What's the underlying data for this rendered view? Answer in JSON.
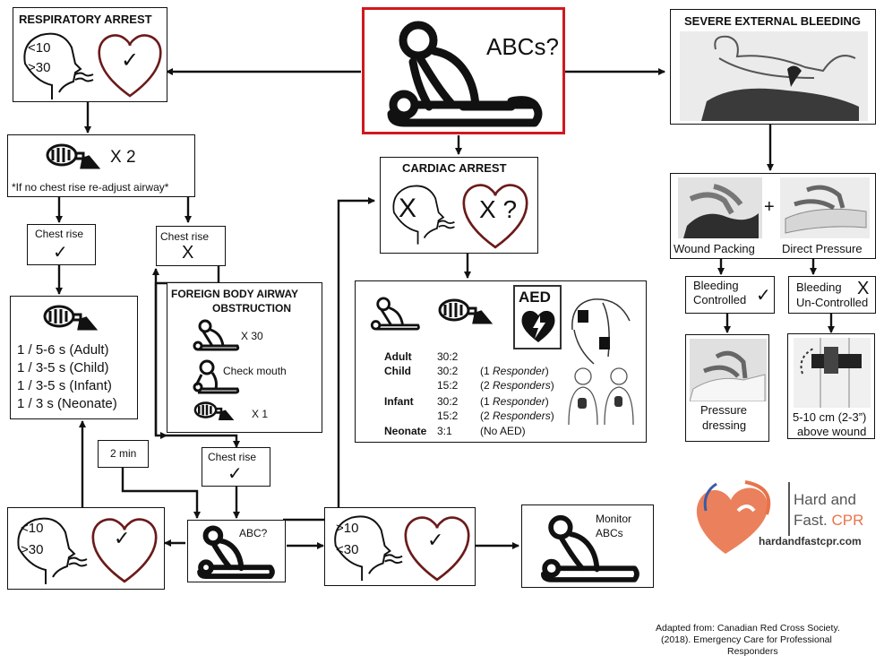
{
  "top": {
    "label": "ABCs?",
    "accent": "#d0191f"
  },
  "resp_arrest": {
    "title": "RESPIRATORY ARREST",
    "low": "<10",
    "high": ">30",
    "heart_mark": "✓"
  },
  "rescue_breaths": {
    "count": "X 2",
    "note": "*If no chest rise re-adjust airway*"
  },
  "chest_rise_yes": {
    "label": "Chest rise",
    "mark": "✓"
  },
  "chest_rise_no": {
    "label": "Chest rise",
    "mark": "X"
  },
  "ventilation": {
    "lines": [
      "1 / 5-6 s (Adult)",
      "1 / 3-5 s (Child)",
      "1 / 3-5 s (Infant)",
      "1 / 3 s (Neonate)"
    ]
  },
  "fbao": {
    "title_line1": "FOREIGN BODY AIRWAY",
    "title_line2": "OBSTRUCTION",
    "compressions": "X 30",
    "check": "Check mouth",
    "breath": "X 1"
  },
  "chest_rise_final": {
    "label": "Chest rise",
    "mark": "✓"
  },
  "two_min": "2 min",
  "cardiac": {
    "title": "CARDIAC ARREST",
    "breath_mark": "X",
    "heart_mark": "X ?"
  },
  "cpr": {
    "aed_label": "AED",
    "rows": [
      {
        "group": "Adult",
        "ratio": "30:2",
        "note": ""
      },
      {
        "group": "Child",
        "ratio": "30:2",
        "note_num": "(1",
        "note_word": "Responder",
        "note_end": ")"
      },
      {
        "group": "",
        "ratio": "15:2",
        "note_num": "(2",
        "note_word": "Responders",
        "note_end": ")"
      },
      {
        "group": "Infant",
        "ratio": "30:2",
        "note_num": "(1",
        "note_word": "Responder",
        "note_end": ")"
      },
      {
        "group": "",
        "ratio": "15:2",
        "note_num": "(2",
        "note_word": "Responders",
        "note_end": ")"
      },
      {
        "group": "Neonate",
        "ratio": "3:1",
        "note_plain": "(No AED)"
      }
    ]
  },
  "bleeding": {
    "title": "SEVERE EXTERNAL BLEEDING",
    "packing": "Wound Packing",
    "plus": "+",
    "pressure": "Direct Pressure",
    "controlled": {
      "line1": "Bleeding",
      "line2": "Controlled",
      "mark": "✓"
    },
    "uncontrolled": {
      "line1": "Bleeding",
      "line2": "Un-Controlled",
      "mark": "X"
    },
    "dressing": {
      "line1": "Pressure",
      "line2": "dressing"
    },
    "tourniquet": {
      "line1": "5-10 cm (2-3”)",
      "line2": "above wound"
    }
  },
  "bottom": {
    "left": {
      "low": "<10",
      "high": ">30",
      "mark": "✓"
    },
    "center": {
      "label": "ABC?"
    },
    "right": {
      "high": ">10",
      "low": "<30",
      "mark": "✓"
    },
    "monitor": {
      "line1": "Monitor",
      "line2": "ABCs"
    }
  },
  "logo": {
    "line1": "Hard and",
    "line2a": "Fast.",
    "line2b": "CPR",
    "url": "hardandfastcpr.com",
    "orange": "#e8734a",
    "blue": "#3b5ba5"
  },
  "credit": {
    "line1": "Adapted from: Canadian Red Cross Society.",
    "line2": "(2018). Emergency Care for Professional",
    "line3": "Responders"
  }
}
